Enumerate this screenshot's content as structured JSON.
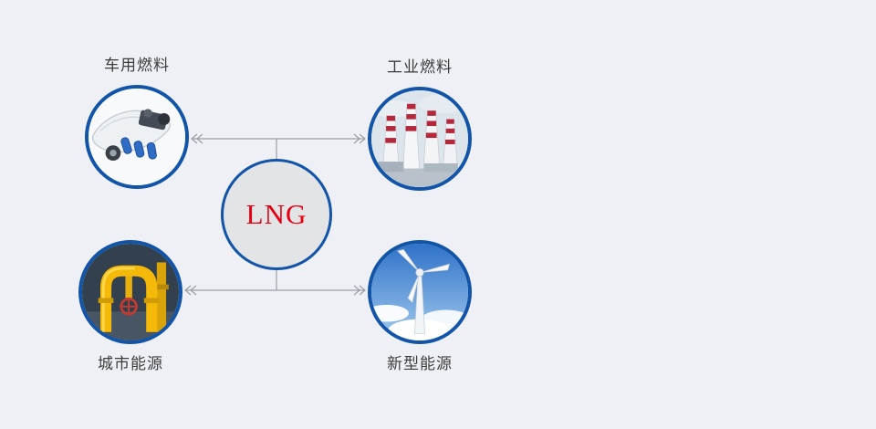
{
  "page": {
    "background_color": "#eef0f5"
  },
  "diagram": {
    "center": {
      "label": "LNG",
      "text_color": "#e60012",
      "fill_color": "#e3e4e6",
      "border_color": "#1254a8"
    },
    "connector_color": "#9aa0a6",
    "nodes": [
      {
        "id": "vehicle-fuel",
        "label": "车用燃料",
        "label_position": "top",
        "icon": "car-engine-photo"
      },
      {
        "id": "industrial-fuel",
        "label": "工业燃料",
        "label_position": "top",
        "icon": "industrial-chimneys-photo"
      },
      {
        "id": "city-energy",
        "label": "城市能源",
        "label_position": "bottom",
        "icon": "yellow-gas-pipeline-photo"
      },
      {
        "id": "new-energy",
        "label": "新型能源",
        "label_position": "bottom",
        "icon": "wind-turbine-photo"
      }
    ]
  }
}
